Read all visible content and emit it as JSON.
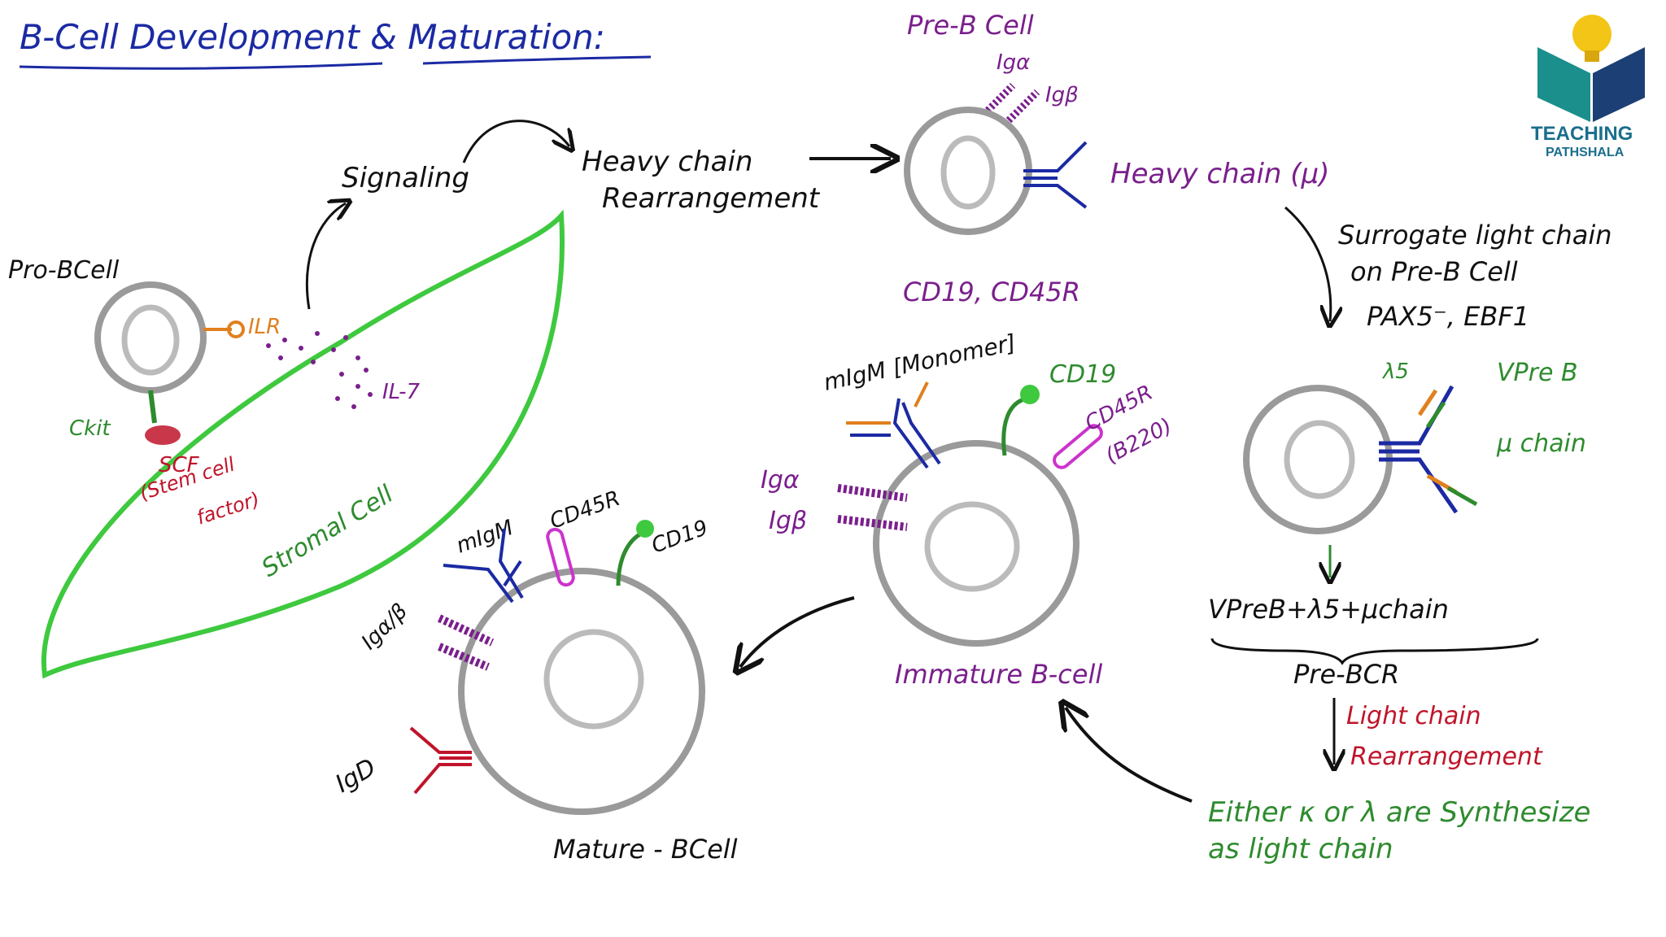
{
  "title": "B-Cell Development & Maturation:",
  "colors": {
    "navy": "#1b2aa3",
    "purple": "#7a1f8c",
    "green": "#3ec93e",
    "darkgreen": "#2e8b2e",
    "red": "#c0142a",
    "orange": "#e0801e",
    "gray": "#9a9a9a",
    "black": "#111111"
  },
  "labels": {
    "pro_b": "Pro-BCell",
    "ckit": "Ckit",
    "scf": "SCF",
    "scf_desc1": "(Stem cell",
    "scf_desc2": "factor)",
    "ilr": "ILR",
    "il7": "IL-7",
    "stromal": "Stromal Cell",
    "signaling": "Signaling",
    "heavy_chain_line1": "Heavy chain",
    "heavy_chain_line2": "Rearrangement",
    "pre_b": "Pre-B Cell",
    "ig_alpha": "Igα",
    "ig_beta": "Igβ",
    "heavy_chain_mu": "Heavy chain (μ)",
    "cd19_cd45r": "CD19, CD45R",
    "surrogate_line1": "Surrogate light chain",
    "surrogate_line2": "on Pre-B Cell",
    "pax5": "PAX5⁻, EBF1",
    "lambda5": "λ5",
    "vpreb": "VPre B",
    "mu_chain": "μ chain",
    "prebcr_formula": "VPreB+λ5+μchain",
    "prebcr": "Pre-BCR",
    "light_chain_line1": "Light chain",
    "light_chain_line2": "Rearrangement",
    "either_line1": "Either κ or λ are Synthesize",
    "either_line2": "as light chain",
    "migm_monomer": "mIgM [Monomer]",
    "cd19": "CD19",
    "cd45r": "CD45R",
    "b220": "(B220)",
    "imm_ig_alpha": "Igα",
    "imm_ig_beta": "Igβ",
    "immature": "Immature B-cell",
    "mat_migm": "mIgM",
    "mat_cd45r": "CD45R",
    "mat_cd19": "CD19",
    "mat_igab": "Igα/β",
    "igd": "IgD",
    "mature": "Mature - BCell"
  },
  "logo": {
    "line1": "TEACHING",
    "line2": "PATHSHALA"
  }
}
